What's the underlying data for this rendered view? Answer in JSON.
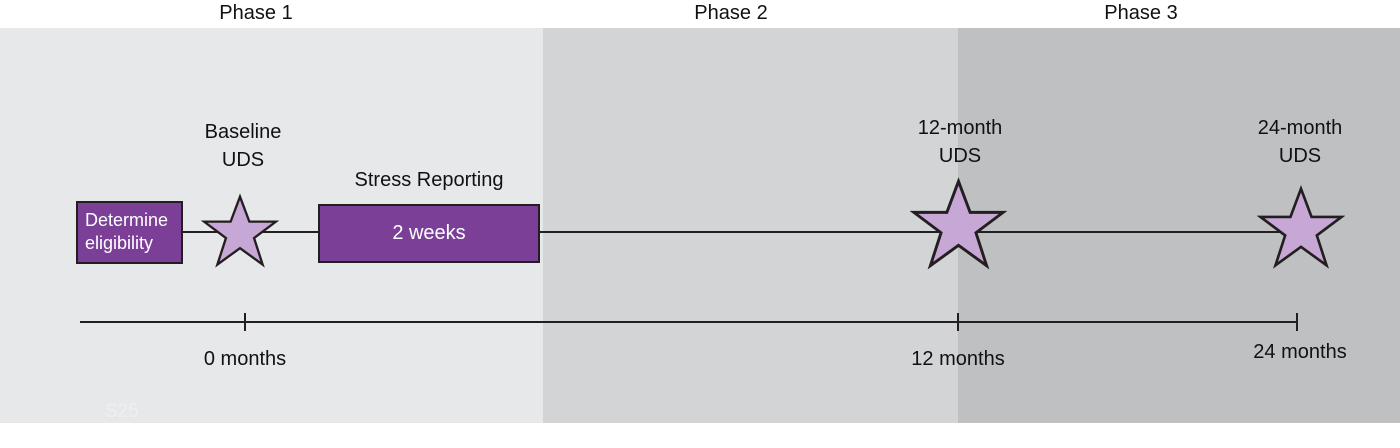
{
  "phases": [
    {
      "label": "Phase 1",
      "bg": "#e7e8e9"
    },
    {
      "label": "Phase 2",
      "bg": "#d3d4d6"
    },
    {
      "label": "Phase 3",
      "bg": "#bec0c2"
    }
  ],
  "eligibility_box": {
    "line1": "Determine",
    "line2": "eligibility"
  },
  "baseline_marker": {
    "line1": "Baseline",
    "line2": "UDS"
  },
  "stress_reporting": {
    "title": "Stress Reporting",
    "duration": "2 weeks"
  },
  "uds_12_marker": {
    "line1": "12-month",
    "line2": "UDS"
  },
  "uds_24_marker": {
    "line1": "24-month",
    "line2": "UDS"
  },
  "axis": {
    "label_0": "0 months",
    "label_12": "12 months",
    "label_24": "24 months"
  },
  "watermark": "S25",
  "colors": {
    "box_purple": "#7b3f98",
    "star_fill": "#c6a7d6",
    "outline": "#231f20",
    "phase1_bg": "#e7e8e9",
    "phase2_bg": "#d3d4d6",
    "phase3_bg": "#bec0c2"
  }
}
